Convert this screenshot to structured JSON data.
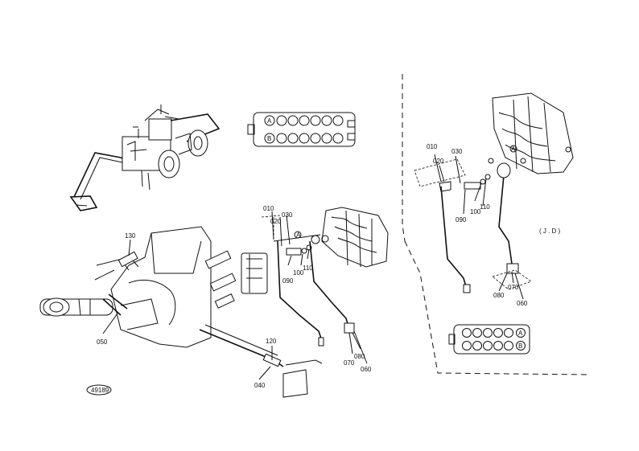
{
  "labels": {
    "p010_left": "010",
    "p020_left": "020",
    "p030_left": "030",
    "p090_left": "090",
    "p100_left": "100",
    "p110_left": "110",
    "p070_left": "070",
    "p080_left": "080",
    "p060_left": "060",
    "p120": "120",
    "p040": "040",
    "p050": "050",
    "p130": "130",
    "p010_right": "010",
    "p020_right": "020",
    "p030_right": "030",
    "p090_right": "090",
    "p100_right": "100",
    "p110_right": "110",
    "p070_right": "070",
    "p080_right": "080",
    "p060_right": "060",
    "region_jd": "( J . D )",
    "valve_a": "A",
    "valve_b": "B",
    "stamp": "49189"
  }
}
